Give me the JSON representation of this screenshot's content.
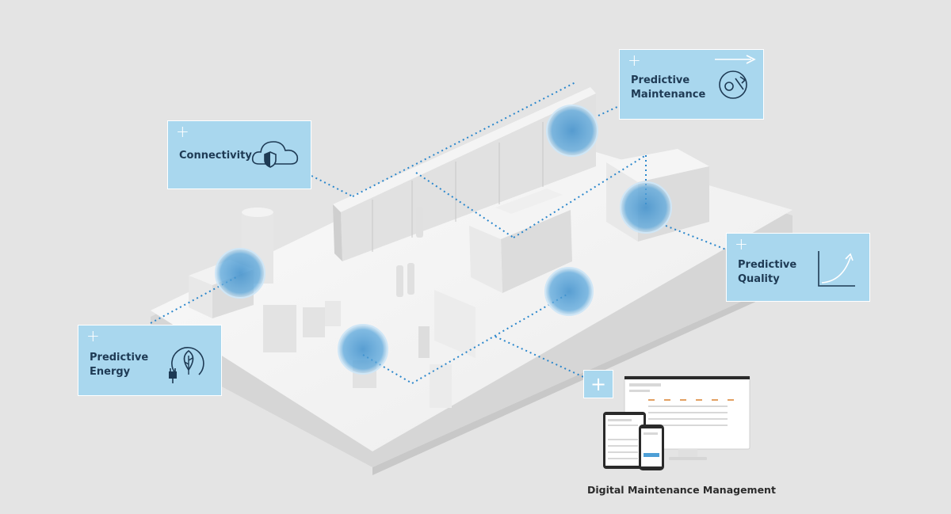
{
  "cards": {
    "connectivity": {
      "label": "Connectivity",
      "icon": "cloud-shield-icon"
    },
    "predictive_maintenance": {
      "label": "Predictive\nMaintenance",
      "icon": "gear-wrench-arrow-icon"
    },
    "predictive_quality": {
      "label": "Predictive\nQuality",
      "icon": "curve-graph-icon"
    },
    "predictive_energy": {
      "label": "Predictive\nEnergy",
      "icon": "leaf-plug-icon"
    }
  },
  "digital_maintenance": {
    "label": "Digital Maintenance Management",
    "icon": "devices-icon"
  },
  "colors": {
    "card_fill": "#a9d7ee",
    "highlight": "#4e9fd6",
    "connector": "#2b87cc",
    "floor": "#f5f5f5",
    "background": "#e4e4e4"
  }
}
